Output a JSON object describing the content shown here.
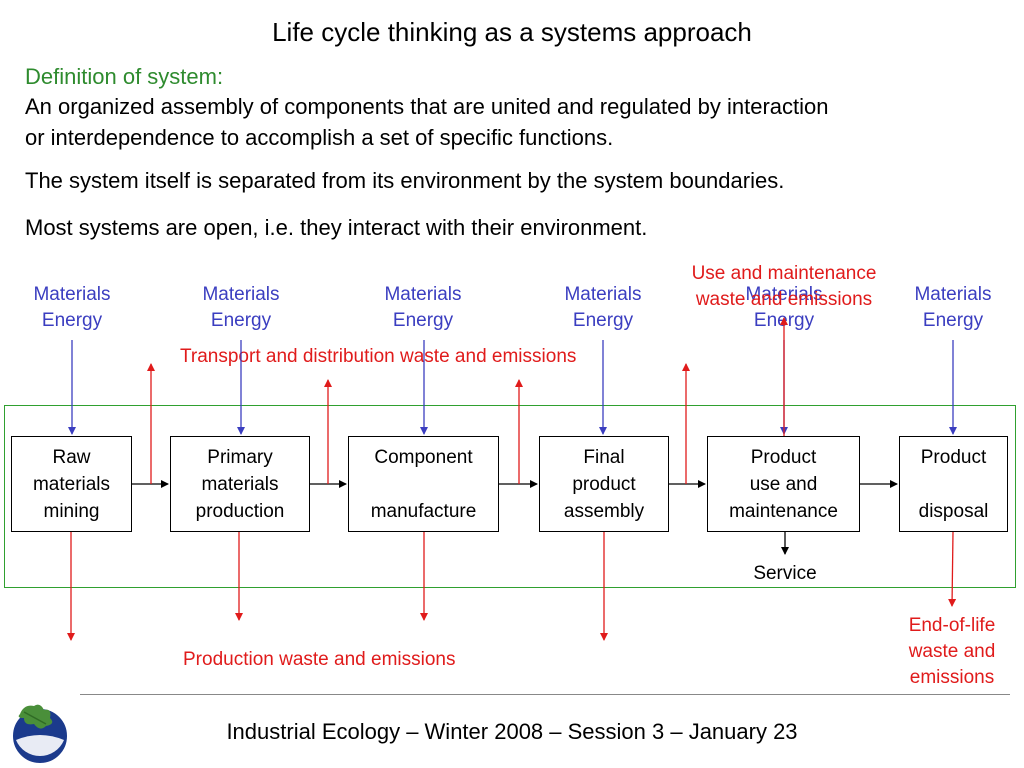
{
  "title": "Life cycle thinking as a systems approach",
  "definition": {
    "heading": "Definition of system:",
    "line1": "An organized assembly of components that are united and regulated by interaction",
    "line2": "or interdependence to accomplish a set of specific functions.",
    "line3": "The system itself is separated from its environment by the system boundaries.",
    "line4": "Most systems are open, i.e. they interact with their environment."
  },
  "inputs": {
    "line1": "Materials",
    "line2": "Energy"
  },
  "stages": [
    {
      "line1": "Raw",
      "line2": "materials",
      "line3": "mining"
    },
    {
      "line1": "Primary",
      "line2": "materials",
      "line3": "production"
    },
    {
      "line1": "Component",
      "line2": "",
      "line3": "manufacture"
    },
    {
      "line1": "Final",
      "line2": "product",
      "line3": "assembly"
    },
    {
      "line1": "Product",
      "line2": "use and",
      "line3": "maintenance"
    },
    {
      "line1": "Product",
      "line2": "",
      "line3": "disposal"
    }
  ],
  "outputs": {
    "use_maintenance_line1": "Use and maintenance",
    "use_maintenance_line2": "waste and emissions",
    "transport": "Transport and distribution waste and emissions",
    "production": "Production waste and emissions",
    "end_of_life_line1": "End-of-life",
    "end_of_life_line2": "waste and",
    "end_of_life_line3": "emissions",
    "service": "Service"
  },
  "footer": "Industrial Ecology – Winter 2008 – Session 3 – January 23",
  "colors": {
    "input_arrow": "#3b3ec0",
    "waste_arrow": "#e01b1b",
    "boundary": "#2fa02f",
    "heading": "#2e8b2e"
  }
}
